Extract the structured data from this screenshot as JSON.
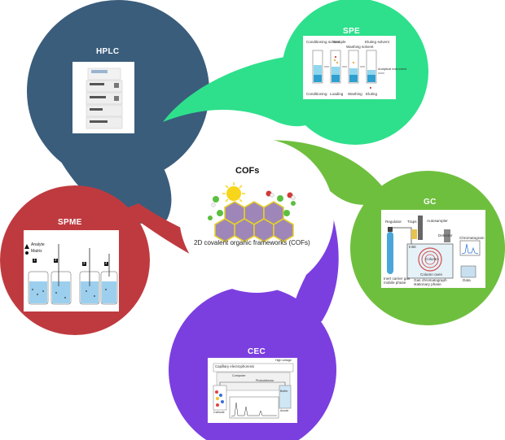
{
  "center": {
    "title": "COFs",
    "caption": "2D covalent organic frameworks (COFs)"
  },
  "techniques": [
    {
      "id": "hplc",
      "label": "HPLC",
      "color": "#3a5d7c"
    },
    {
      "id": "spe",
      "label": "SPE",
      "color": "#2ee08c"
    },
    {
      "id": "gc",
      "label": "GC",
      "color": "#6fbf3f"
    },
    {
      "id": "cec",
      "label": "CEC",
      "color": "#7b3fe0"
    },
    {
      "id": "spme",
      "label": "SPME",
      "color": "#bf3a3f"
    }
  ],
  "spe_panel": {
    "steps_top": [
      "Conditioning solvent",
      "Sample",
      "Washing solvent",
      "Eluting solvent"
    ],
    "steps_bottom": [
      "Conditioning",
      "Loading",
      "Washing",
      "Eluting"
    ],
    "side_note": "Analytical instrument"
  },
  "gc_panel": {
    "regulator": "Regulator",
    "traps": "Traps",
    "autosampler": "Autosampler",
    "detector": "Detector",
    "chromatogram": "Chromatogram",
    "inlet": "Inlet",
    "column": "Column",
    "column_oven": "Column oven",
    "carrier_gas": "Inert carrier gas mobile phase",
    "stationary": "Gas chromatograph stationary phase",
    "data": "Data"
  },
  "spme_panel": {
    "legend_analyte": "Analyte",
    "legend_matrix": "Matrix",
    "step_numbers": [
      "1",
      "2",
      "3",
      "4"
    ]
  },
  "cec_panel": {
    "title": "Capillary electrophoresis",
    "hv": "High voltage",
    "computer": "Computer",
    "detector": "Photodetector",
    "cathode": "Cathode",
    "anode": "Anode",
    "buffer": "Buffer"
  }
}
